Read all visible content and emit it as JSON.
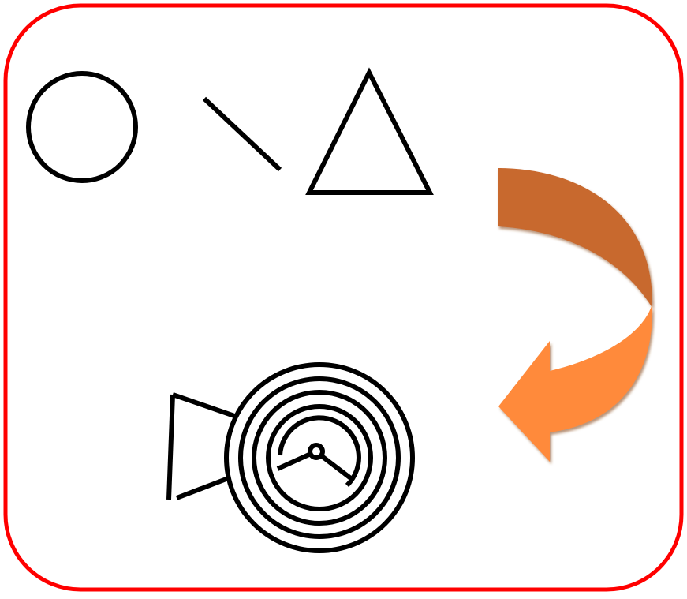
{
  "colors": {
    "frame": "#ff0000",
    "stroke": "#000000",
    "arrow_top": "#c8692e",
    "arrow_bottom": "#ff8a3a",
    "background": "#ffffff"
  },
  "shapes": {
    "primitives": [
      "circle",
      "line",
      "triangle"
    ],
    "composite": [
      "trapezoid",
      "concentric-circles",
      "hand-lines"
    ]
  },
  "arrow": {
    "icon": "curved-arrow-icon",
    "direction": "down-left"
  }
}
